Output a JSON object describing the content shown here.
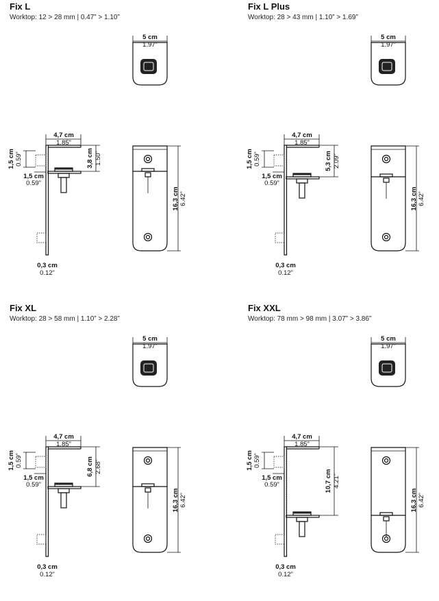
{
  "panels": [
    {
      "title": "Fix L",
      "subtitle": "Worktop: 12 > 28 mm | 0.47” > 1.10”",
      "dims": {
        "plate_w_cm": "5 cm",
        "plate_w_in": "1.97”",
        "depth_cm": "4,7 cm",
        "depth_in": "1.85”",
        "gap_cm": "3,8 cm",
        "gap_in": "1.50”",
        "top_cm": "1,5 cm",
        "top_in": "0.59”",
        "lip_cm": "1,5 cm",
        "lip_in": "0.59”",
        "height_cm": "16,3 cm",
        "height_in": "6.42”",
        "thick_cm": "0,3 cm",
        "thick_in": "0.12”"
      }
    },
    {
      "title": "Fix L Plus",
      "subtitle": "Worktop: 28 > 43 mm | 1.10” > 1.69”",
      "dims": {
        "plate_w_cm": "5 cm",
        "plate_w_in": "1.97”",
        "depth_cm": "4,7 cm",
        "depth_in": "1.85”",
        "gap_cm": "5,3 cm",
        "gap_in": "2.09”",
        "top_cm": "1,5 cm",
        "top_in": "0.59”",
        "lip_cm": "1,5 cm",
        "lip_in": "0.59”",
        "height_cm": "16,3 cm",
        "height_in": "6.42”",
        "thick_cm": "0,3 cm",
        "thick_in": "0.12”"
      }
    },
    {
      "title": "Fix XL",
      "subtitle": "Worktop: 28 > 58 mm | 1.10” > 2.28”",
      "dims": {
        "plate_w_cm": "5 cm",
        "plate_w_in": "1.97”",
        "depth_cm": "4,7 cm",
        "depth_in": "1.85”",
        "gap_cm": "6,8 cm",
        "gap_in": "2.68”",
        "top_cm": "1,5 cm",
        "top_in": "0.59”",
        "lip_cm": "1,5 cm",
        "lip_in": "0.59”",
        "height_cm": "16,3 cm",
        "height_in": "6.42”",
        "thick_cm": "0,3 cm",
        "thick_in": "0.12”"
      }
    },
    {
      "title": "Fix XXL",
      "subtitle": "Worktop: 78 mm > 98 mm | 3.07” > 3.86”",
      "dims": {
        "plate_w_cm": "5 cm",
        "plate_w_in": "1.97”",
        "depth_cm": "4,7 cm",
        "depth_in": "1.85”",
        "gap_cm": "10,7 cm",
        "gap_in": "4.21”",
        "top_cm": "1,5 cm",
        "top_in": "0.59”",
        "lip_cm": "1,5 cm",
        "lip_in": "0.59”",
        "height_cm": "16,3 cm",
        "height_in": "6.42”",
        "thick_cm": "0,3 cm",
        "thick_in": "0.12”"
      }
    }
  ]
}
